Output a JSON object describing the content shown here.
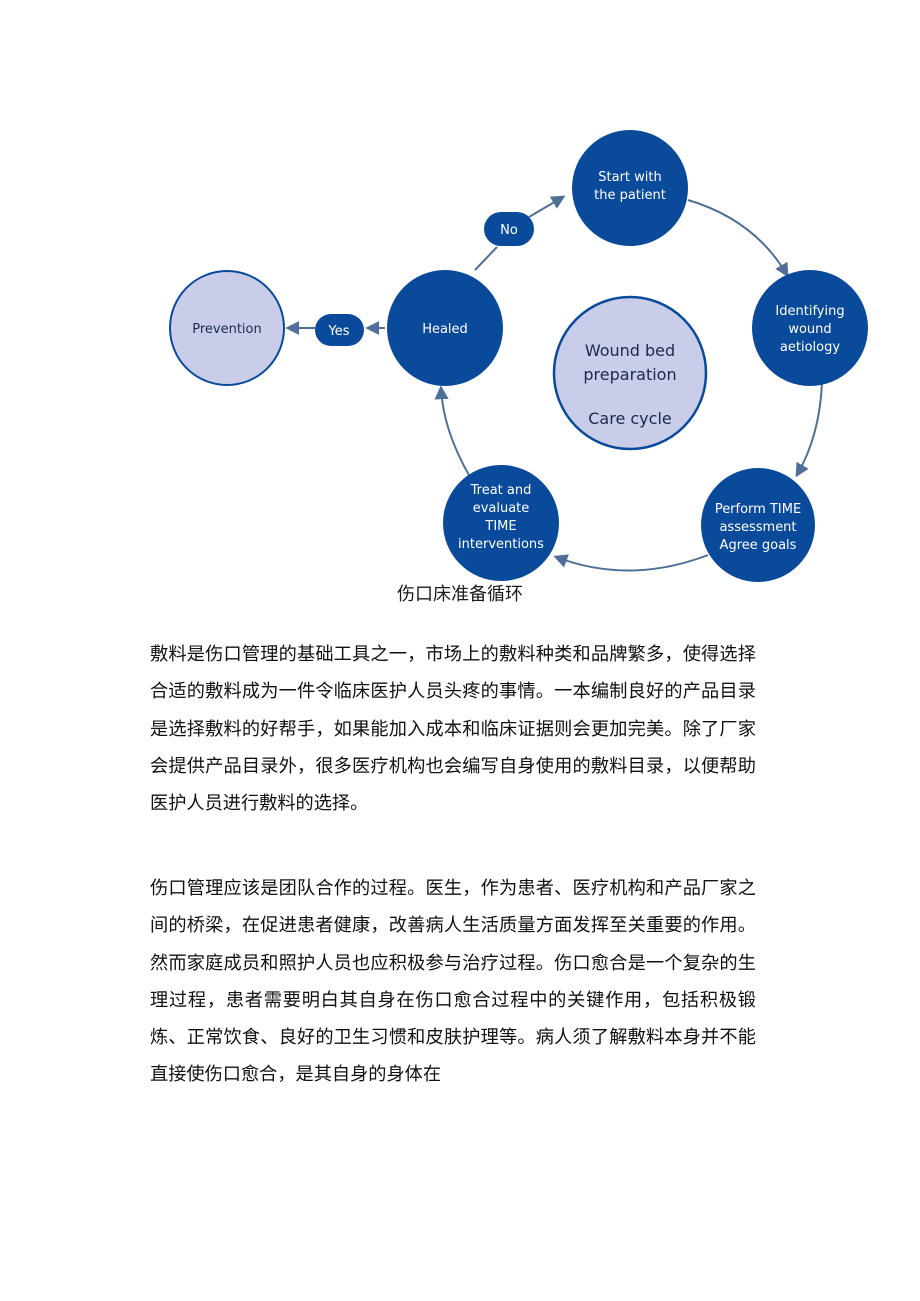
{
  "diagram": {
    "center": {
      "line1": "Wound bed",
      "line2": "preparation",
      "line3": "Care cycle"
    },
    "nodes": {
      "start": {
        "line1": "Start with",
        "line2": "the patient"
      },
      "identify": {
        "line1": "Identifying",
        "line2": "wound",
        "line3": "aetiology"
      },
      "perform": {
        "line1": "Perform TIME",
        "line2": "assessment",
        "line3": "Agree goals"
      },
      "treat": {
        "line1": "Treat and",
        "line2": "evaluate",
        "line3": "TIME",
        "line4": "interventions"
      },
      "healed": {
        "line1": "Healed"
      },
      "prevention": {
        "line1": "Prevention"
      }
    },
    "decisions": {
      "no": "No",
      "yes": "Yes"
    },
    "colors": {
      "primary": "#0a4a9a",
      "light": "#c9cdea",
      "arrow": "#4f6f97"
    }
  },
  "caption": "伤口床准备循环",
  "paragraphs": [
    "敷料是伤口管理的基础工具之一，市场上的敷料种类和品牌繁多，使得选择合适的敷料成为一件令临床医护人员头疼的事情。一本编制良好的产品目录是选择敷料的好帮手，如果能加入成本和临床证据则会更加完美。除了厂家会提供产品目录外，很多医疗机构也会编写自身使用的敷料目录，以便帮助医护人员进行敷料的选择。",
    "伤口管理应该是团队合作的过程。医生，作为患者、医疗机构和产品厂家之间的桥梁，在促进患者健康，改善病人生活质量方面发挥至关重要的作用。然而家庭成员和照护人员也应积极参与治疗过程。伤口愈合是一个复杂的生理过程，患者需要明白其自身在伤口愈合过程中的关键作用，包括积极锻炼、正常饮食、良好的卫生习惯和皮肤护理等。病人须了解敷料本身并不能直接使伤口愈合，是其自身的身体在"
  ]
}
